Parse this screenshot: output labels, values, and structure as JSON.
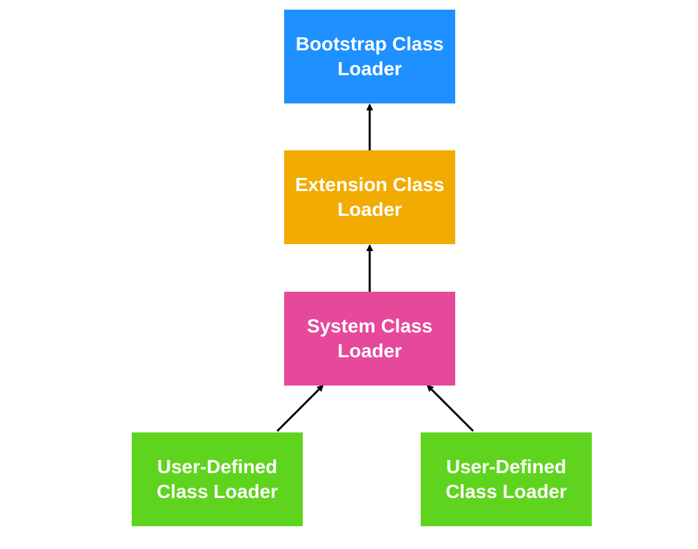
{
  "diagram": {
    "nodes": {
      "bootstrap": {
        "label": "Bootstrap Class\nLoader",
        "color": "#1e90ff"
      },
      "extension": {
        "label": "Extension Class\nLoader",
        "color": "#f2ab00"
      },
      "system": {
        "label": "System Class\nLoader",
        "color": "#e6489a"
      },
      "user_left": {
        "label": "User-Defined\nClass Loader",
        "color": "#5fd41e"
      },
      "user_right": {
        "label": "User-Defined\nClass Loader",
        "color": "#5fd41e"
      }
    },
    "edges": [
      {
        "from": "extension",
        "to": "bootstrap"
      },
      {
        "from": "system",
        "to": "extension"
      },
      {
        "from": "user_left",
        "to": "system"
      },
      {
        "from": "user_right",
        "to": "system"
      }
    ],
    "arrow_color": "#000000"
  }
}
